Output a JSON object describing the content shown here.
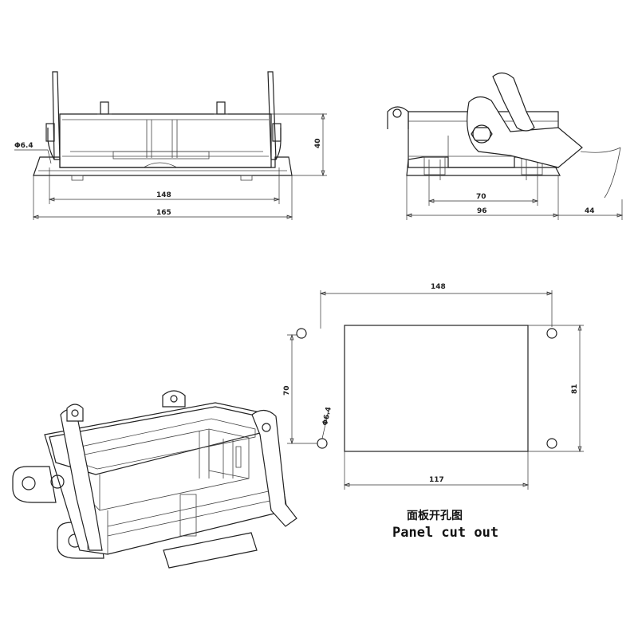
{
  "front_view": {
    "dim_width_inner": "148",
    "dim_width_outer": "165",
    "dim_height": "40",
    "dim_hole": "Φ6.4"
  },
  "side_view": {
    "dim_holes": "70",
    "dim_depth": "96",
    "dim_lever": "44"
  },
  "cutout": {
    "dim_hole_spacing_x": "148",
    "dim_hole_spacing_y": "70",
    "dim_hole": "Φ6.4",
    "dim_opening_height": "81",
    "dim_opening_width": "117",
    "caption_cn": "面板开孔图",
    "caption_en": "Panel cut out"
  }
}
